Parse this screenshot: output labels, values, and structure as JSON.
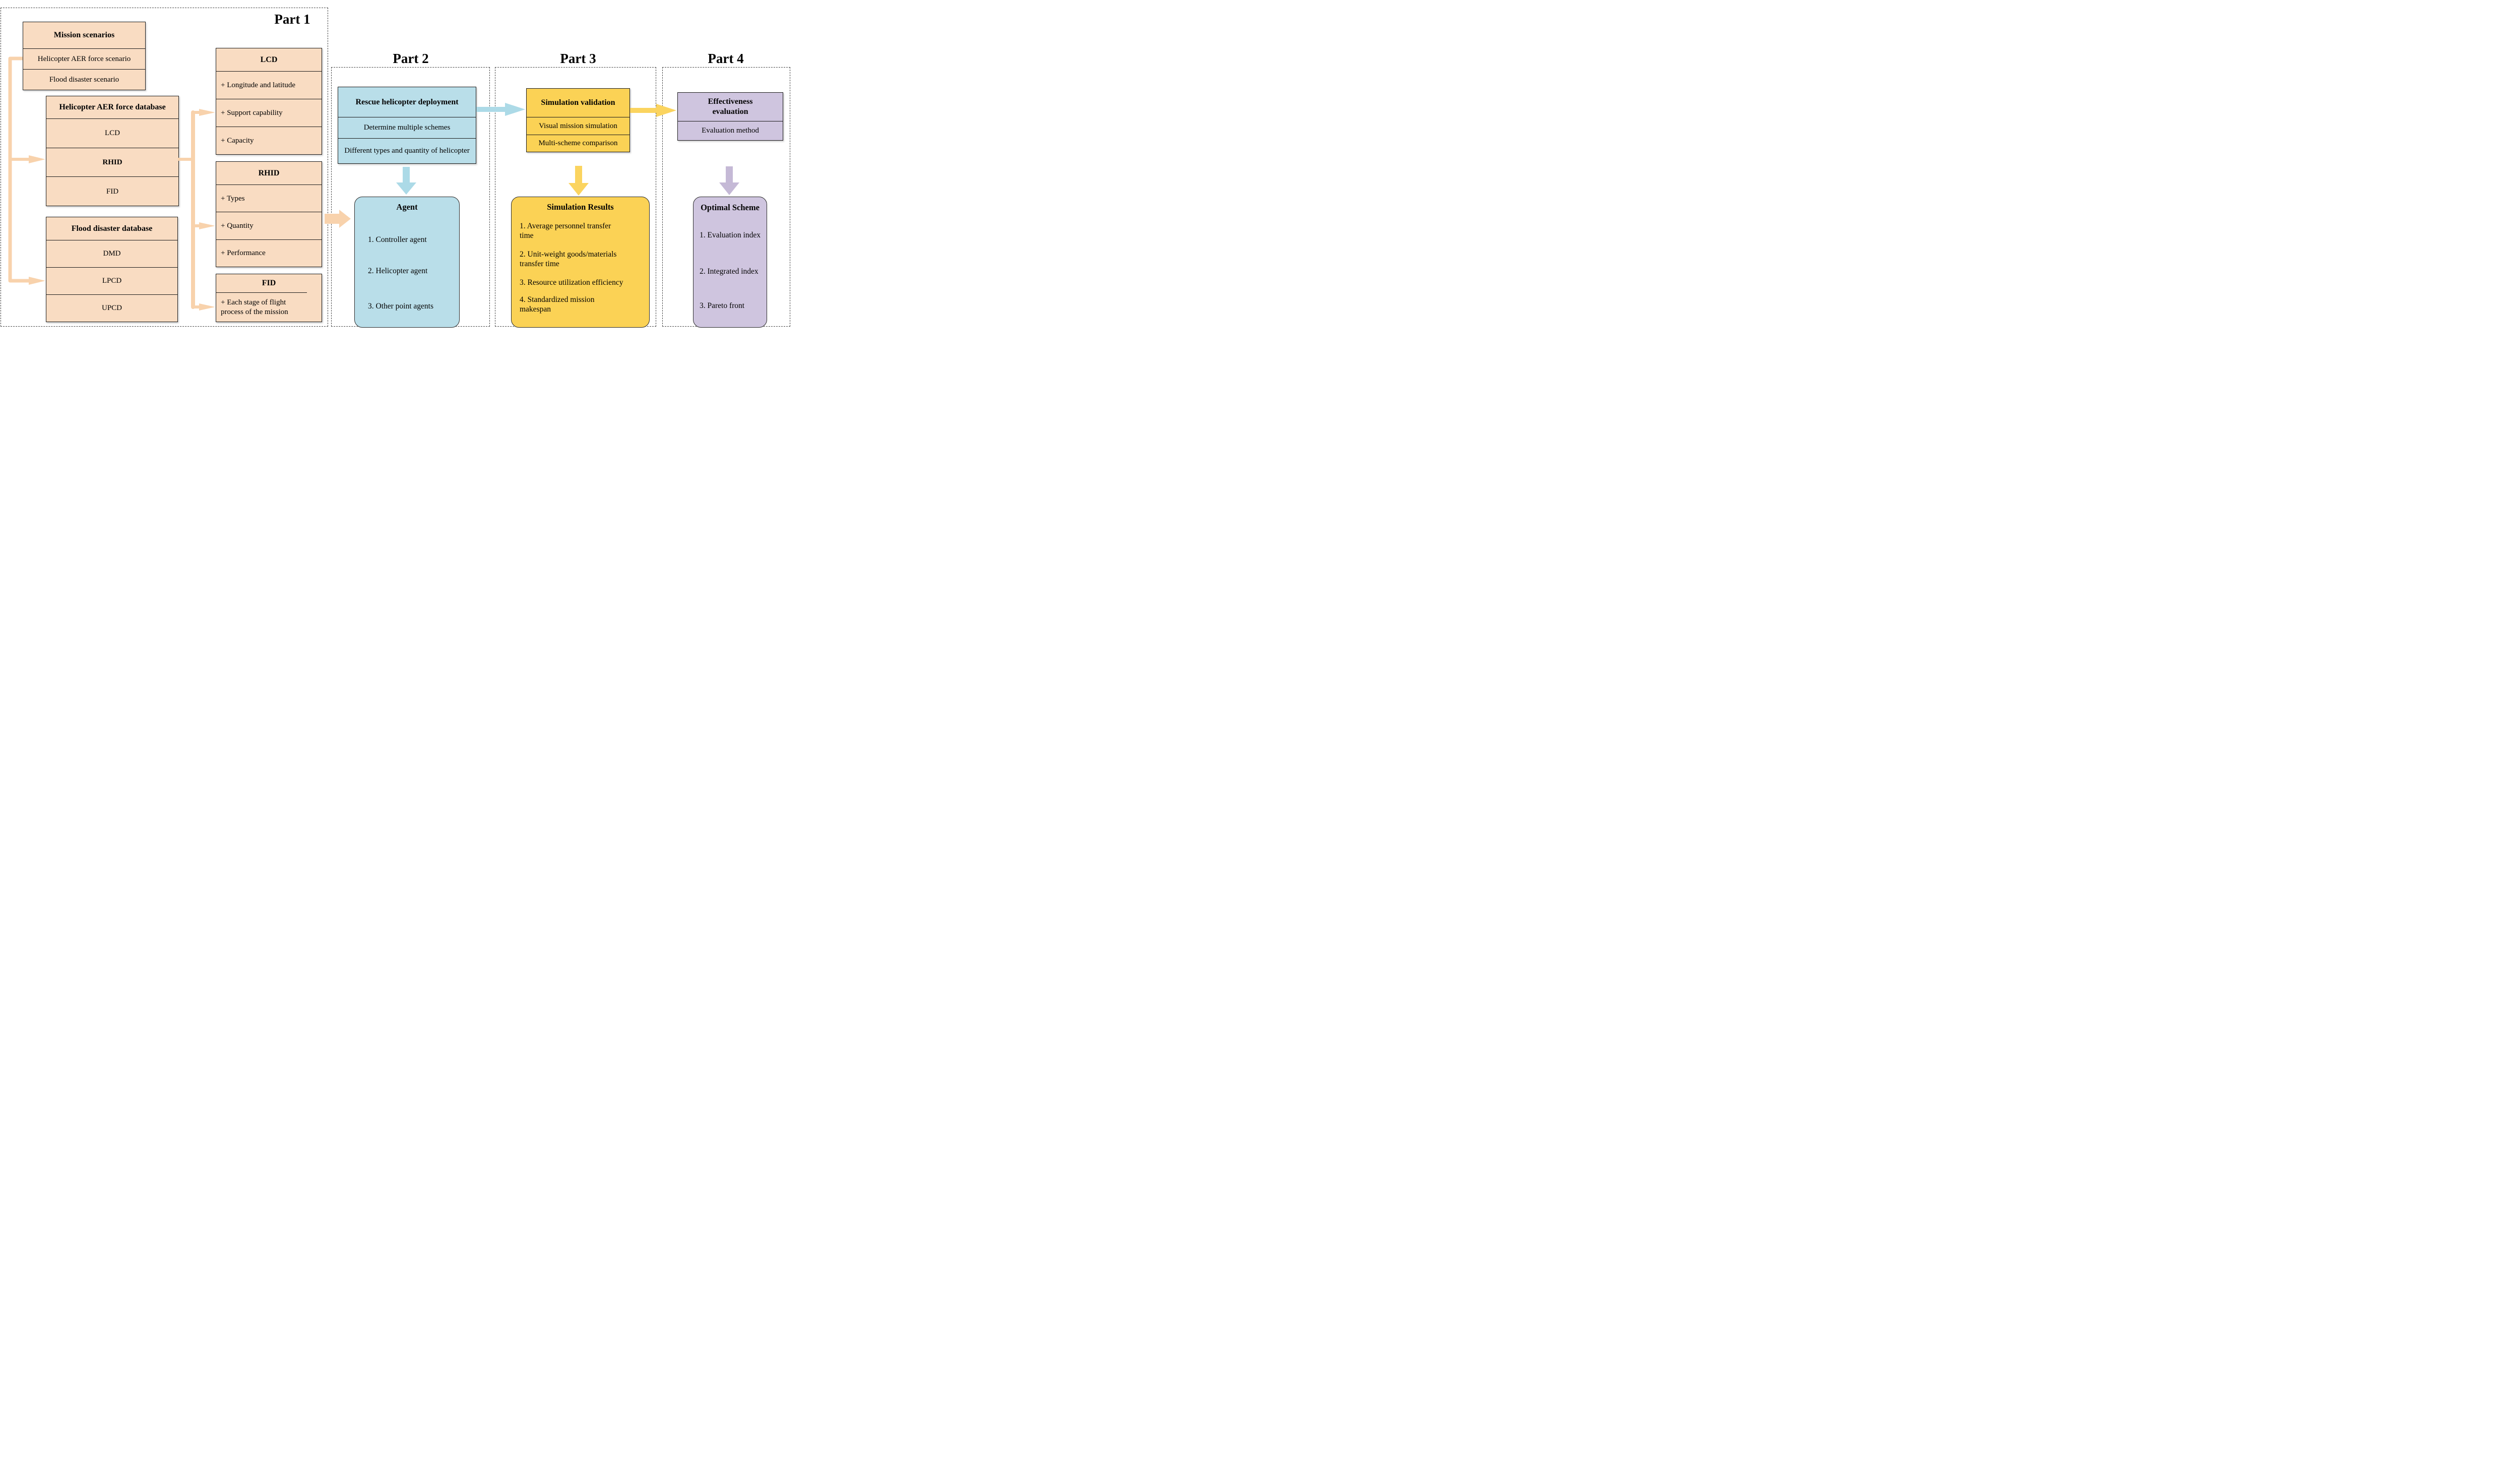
{
  "part1": {
    "label": "Part 1",
    "mission": {
      "header": "Mission scenarios",
      "rows": [
        "Helicopter AER force scenario",
        "Flood disaster scenario"
      ]
    },
    "aer_db": {
      "header": "Helicopter AER force database",
      "rows": [
        "LCD",
        "RHID",
        "FID"
      ]
    },
    "flood_db": {
      "header": "Flood disaster database",
      "rows": [
        "DMD",
        "LPCD",
        "UPCD"
      ]
    },
    "lcd": {
      "header": "LCD",
      "rows": [
        "+ Longitude and latitude",
        "+ Support capability",
        "+ Capacity"
      ]
    },
    "rhid": {
      "header": "RHID",
      "rows": [
        "+ Types",
        "+ Quantity",
        "+ Performance"
      ]
    },
    "fid": {
      "header": "FID",
      "rows": [
        "+ Each stage of flight process of the mission"
      ]
    }
  },
  "part2": {
    "label": "Part 2",
    "deployment": {
      "header": "Rescue helicopter deployment",
      "rows": [
        "Determine multiple schemes",
        "Different types and quantity of helicopter"
      ]
    },
    "agent": {
      "title": "Agent",
      "items": [
        "1. Controller agent",
        "2. Helicopter agent",
        "3. Other point agents"
      ]
    }
  },
  "part3": {
    "label": "Part 3",
    "validation": {
      "header": "Simulation validation",
      "rows": [
        "Visual mission simulation",
        "Multi-scheme comparison"
      ]
    },
    "results": {
      "title": "Simulation Results",
      "items": [
        "1. Average personnel transfer time",
        "2. Unit-weight goods/materials transfer time",
        "3. Resource utilization efficiency",
        "4. Standardized mission makespan"
      ]
    }
  },
  "part4": {
    "label": "Part 4",
    "evaluation": {
      "header": "Effectiveness evaluation",
      "rows": [
        "Evaluation method"
      ]
    },
    "optimal": {
      "title": "Optimal Scheme",
      "items": [
        "1. Evaluation index",
        "2. Integrated index",
        "3. Pareto front"
      ]
    }
  },
  "colors": {
    "peach_box": "#F9DCC2",
    "peach_arrow": "#F8D2AC",
    "blue_box": "#B9DEE9",
    "blue_arrow": "#ACDAE7",
    "yellow_box": "#FBD255",
    "yellow_arrow": "#FBD45F",
    "purple_box": "#CFC5DF",
    "purple_arrow": "#C5B9D6"
  }
}
